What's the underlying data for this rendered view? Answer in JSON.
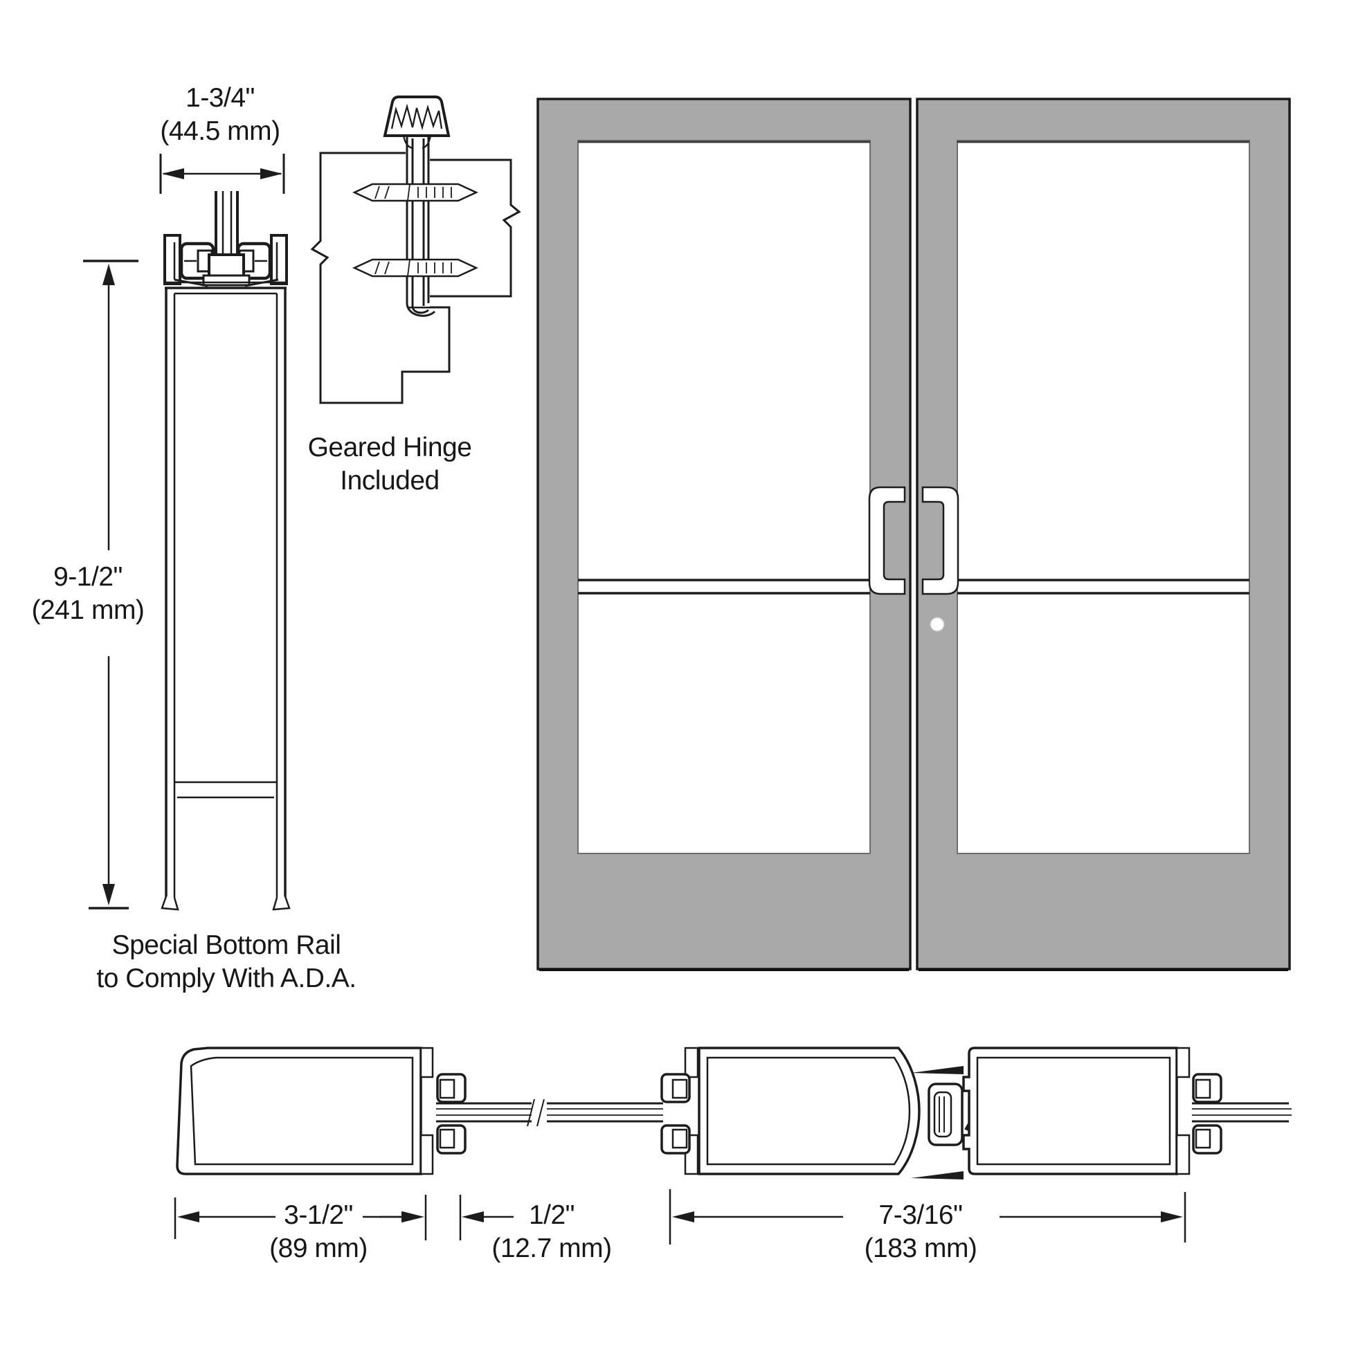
{
  "colors": {
    "door-gray": "#a9a9a9",
    "line": "#1c1c1c",
    "text": "#171717",
    "background": "#ffffff"
  },
  "labels": {
    "geared_hinge": {
      "line1": "Geared Hinge",
      "line2": "Included"
    },
    "ada_note": {
      "line1": "Special Bottom Rail",
      "line2": "to Comply With A.D.A."
    }
  },
  "dimensions": {
    "top_rail_width": {
      "inches": "1-3/4\"",
      "metric": "(44.5 mm)"
    },
    "bottom_rail_height": {
      "inches": "9-1/2\"",
      "metric": "(241 mm)"
    },
    "hinge_stile_width": {
      "inches": "3-1/2\"",
      "metric": "(89 mm)"
    },
    "clearance_gap": {
      "inches": "1/2\"",
      "metric": "(12.7 mm)"
    },
    "meeting_stile_width": {
      "inches": "7-3/16\"",
      "metric": "(183 mm)"
    }
  }
}
